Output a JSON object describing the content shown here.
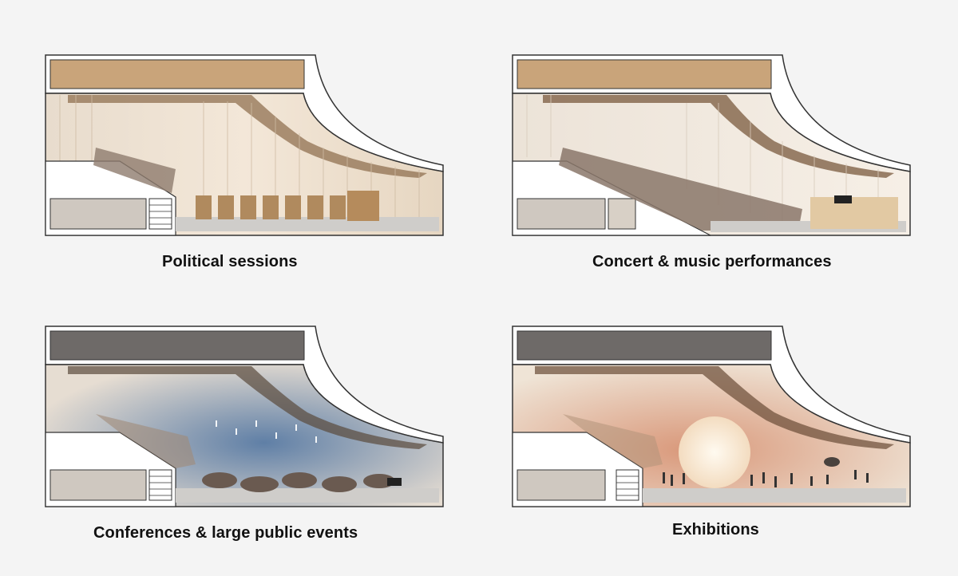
{
  "panels": [
    {
      "caption": "Political sessions",
      "mode": "political"
    },
    {
      "caption": "Concert & music performances",
      "mode": "concert"
    },
    {
      "caption": "Conferences & large public events",
      "mode": "conference"
    },
    {
      "caption": "Exhibitions",
      "mode": "exhibition"
    }
  ],
  "colors": {
    "background": "#f4f4f4",
    "wood": "#d9b78e",
    "wood_dark": "#8a6a48",
    "floor": "#c9c7c4",
    "outline": "#333333",
    "blue_light": "#5f7fa6",
    "exhibition_glow": "#f6ead8",
    "exhibition_warm": "#d9987a"
  }
}
